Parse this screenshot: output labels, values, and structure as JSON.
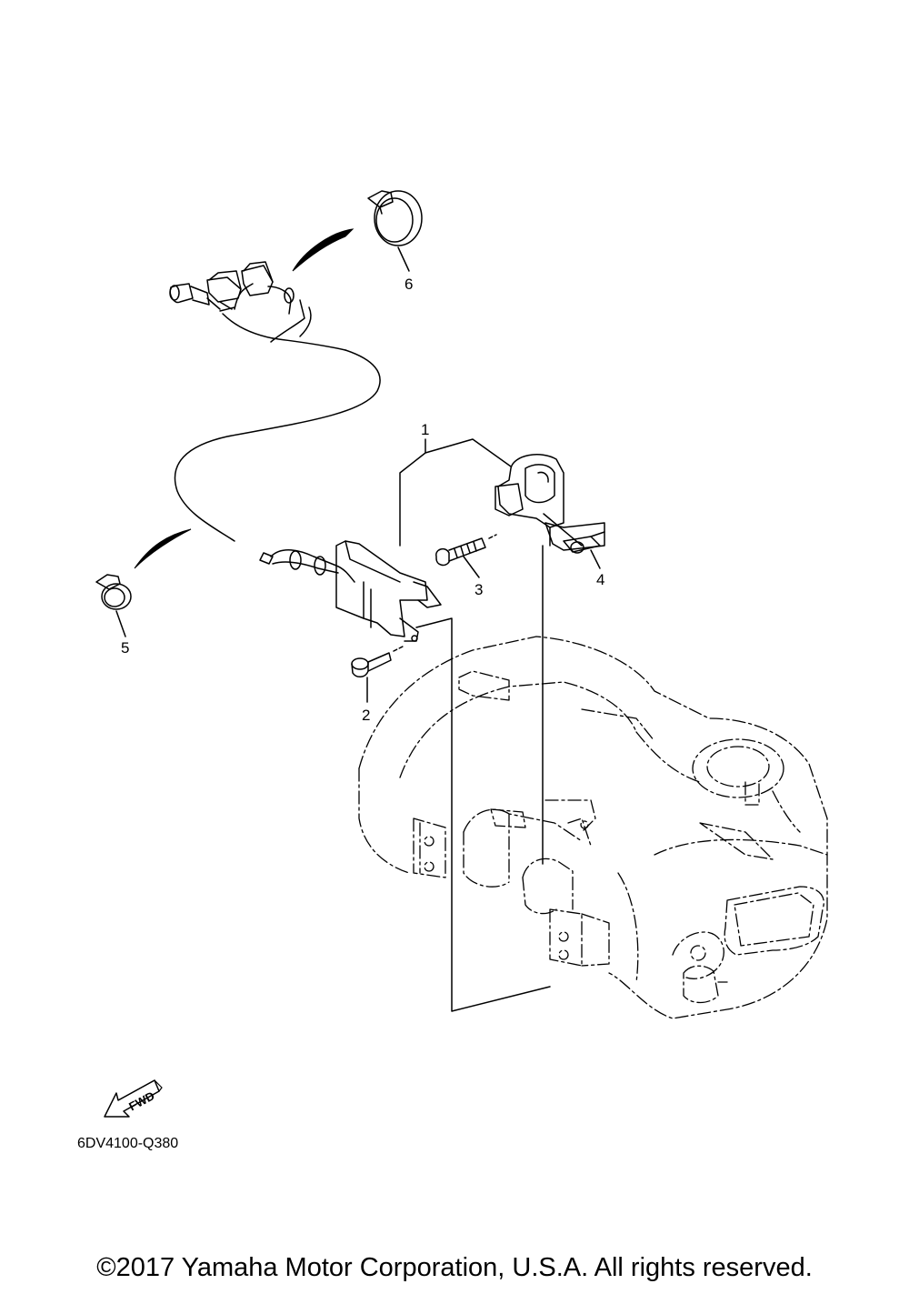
{
  "callouts": {
    "c1": "1",
    "c2": "2",
    "c3": "3",
    "c4": "4",
    "c5": "5",
    "c6": "6"
  },
  "fwd_label": "FWD",
  "part_code": "6DV4100-Q380",
  "copyright": "©2017 Yamaha Motor Corporation, U.S.A. All rights reserved."
}
